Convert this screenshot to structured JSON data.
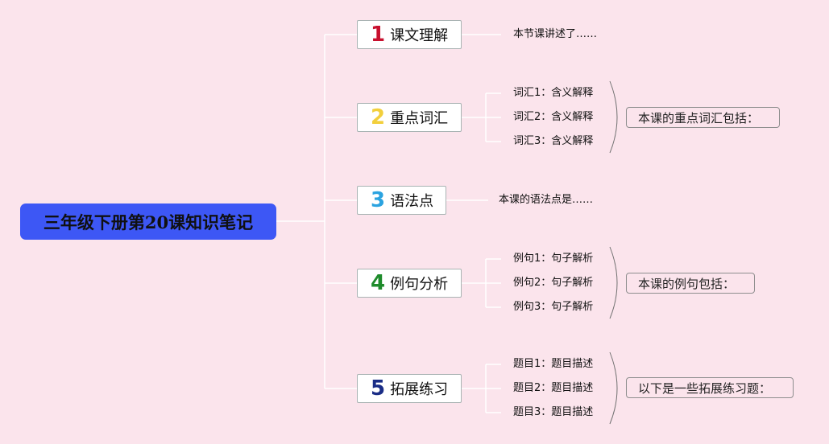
{
  "root": {
    "title": "三年级下册第20课知识笔记"
  },
  "colors": {
    "background": "#fbe4ec",
    "root_fill": "#3d57f5",
    "connector": "#ffffff",
    "num1": "#c8102e",
    "num2": "#f2cf3c",
    "num3": "#2ba3e0",
    "num4": "#1e8b2b",
    "num5": "#1a2d86"
  },
  "branches": [
    {
      "num": "1",
      "label": "课文理解",
      "leaves": [
        "本节课讲述了……"
      ],
      "summary": ""
    },
    {
      "num": "2",
      "label": "重点词汇",
      "leaves": [
        "词汇1：含义解释",
        "词汇2：含义解释",
        "词汇3：含义解释"
      ],
      "summary": "本课的重点词汇包括："
    },
    {
      "num": "3",
      "label": "语法点",
      "leaves": [
        "本课的语法点是……"
      ],
      "summary": ""
    },
    {
      "num": "4",
      "label": "例句分析",
      "leaves": [
        "例句1：句子解析",
        "例句2：句子解析",
        "例句3：句子解析"
      ],
      "summary": "本课的例句包括："
    },
    {
      "num": "5",
      "label": "拓展练习",
      "leaves": [
        "题目1：题目描述",
        "题目2：题目描述",
        "题目3：题目描述"
      ],
      "summary": "以下是一些拓展练习题："
    }
  ]
}
